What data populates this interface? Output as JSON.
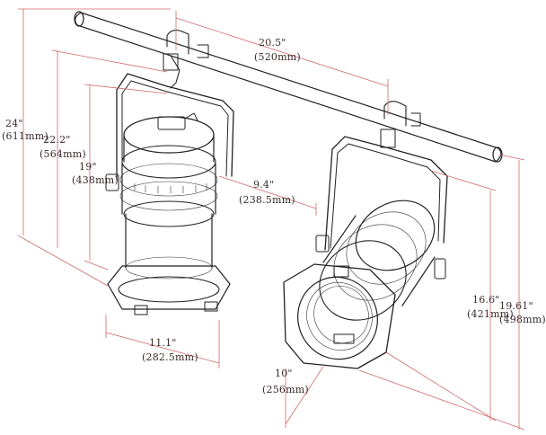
{
  "dimensions": {
    "bar_length_in": "20.5\"",
    "bar_length_mm": "(520mm)",
    "overall_height_in": "24\"",
    "overall_height_mm": "(611mm)",
    "clamp_height_in": "22.2\"",
    "clamp_height_mm": "(564mm)",
    "yoke_height_in": "19\"",
    "yoke_height_mm": "(438mm)",
    "body_diameter_in": "9.4\"",
    "body_diameter_mm": "(238.5mm)",
    "base_width_in": "11.1\"",
    "base_width_mm": "(282.5mm)",
    "tilted_depth_in": "10\"",
    "tilted_depth_mm": "(256mm)",
    "right_height_in": "16.6\"",
    "right_height_mm": "(421mm)",
    "right_overall_in": "19.61\"",
    "right_overall_mm": "(498mm)"
  },
  "colors": {
    "dimension_lines": "#d06a6a",
    "ink": "#222222"
  },
  "icons": [
    "pipe-bar",
    "c-clamp",
    "yoke",
    "fixture-body",
    "lens-frame"
  ]
}
